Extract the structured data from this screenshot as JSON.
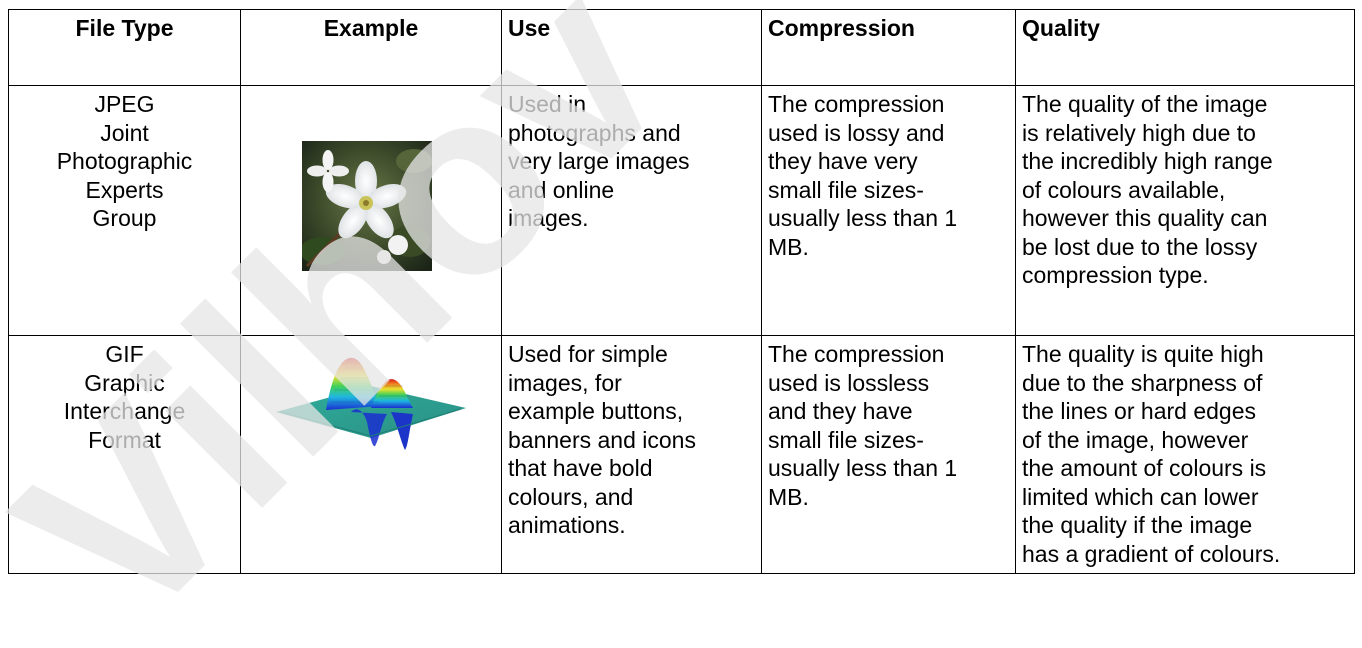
{
  "table": {
    "headers": [
      "File Type",
      "Example",
      "Use",
      "Compression",
      "Quality"
    ],
    "rows": [
      {
        "file_type": "JPEG\nJoint\nPhotographic\nExperts\nGroup",
        "example_icon": "white-flower-photo",
        "use": "Used in\nphotographs and\nvery large images\nand online\nimages.",
        "compression": "The compression\nused is lossy and\nthey have very\nsmall file sizes-\nusually less than 1\nMB.",
        "quality": "The quality of the image\nis relatively high due to\nthe incredibly high range\nof colours available,\nhowever this quality can\nbe lost due to the lossy\ncompression type."
      },
      {
        "file_type": "GIF\nGraphic\nInterchange\nFormat",
        "example_icon": "rainbow-3d-surface-plot",
        "use": "Used for simple\nimages, for\nexample buttons,\nbanners and icons\nthat have bold\ncolours, and\nanimations.",
        "compression": "The compression\nused is lossless\nand they have\nsmall file sizes-\nusually less than 1\nMB.",
        "quality": "The quality is quite high\ndue to the sharpness of\nthe lines or hard edges\nof the image, however\nthe amount of colours is\nlimited which can lower\nthe quality if the image\nhas a gradient of colours."
      }
    ]
  },
  "watermark": {
    "text": "Vilhov",
    "color": "#e6e6e6"
  }
}
